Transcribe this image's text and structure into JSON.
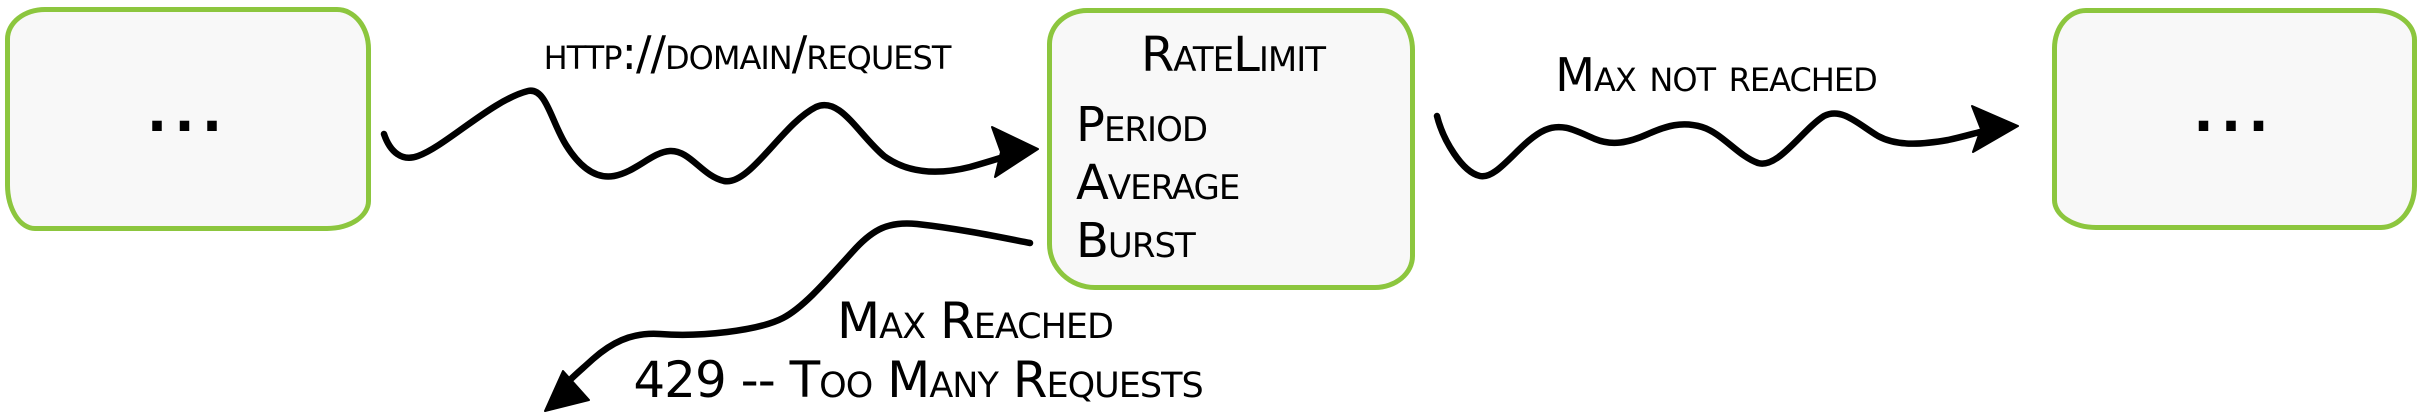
{
  "diagram": {
    "left_node": {
      "label": "..."
    },
    "rate_limit_node": {
      "title": "RateLimit",
      "fields": [
        "Period",
        "Average",
        "Burst"
      ]
    },
    "right_node": {
      "label": "..."
    },
    "edge_request": {
      "label": "http://domain/request"
    },
    "edge_max_not_reached": {
      "label": "Max not reached"
    },
    "edge_max_reached": {
      "label": "Max Reached",
      "status_line": "429 -- Too Many Requests"
    }
  },
  "colors": {
    "node_border": "#8CC63E",
    "node_fill": "#F8F8F8",
    "ink": "#000000",
    "bg": "#FFFFFF"
  }
}
